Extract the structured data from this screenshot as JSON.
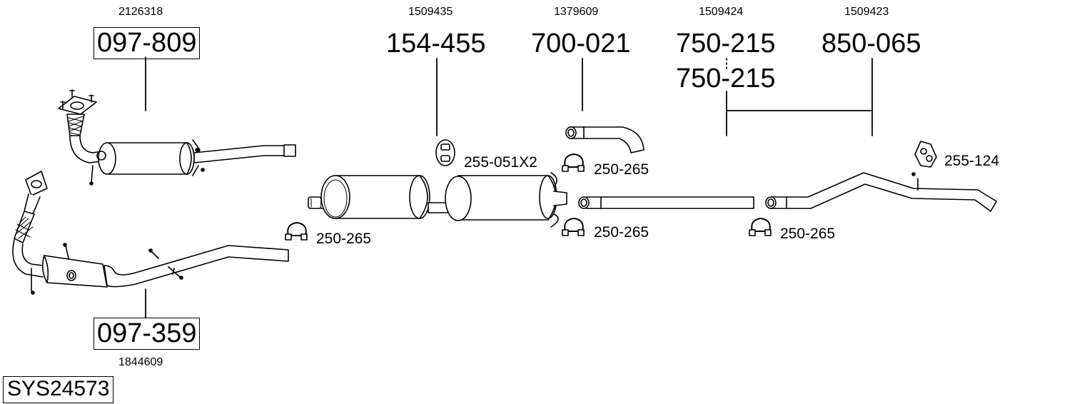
{
  "system_code": "SYS24573",
  "parts": {
    "front_pipe_upper": {
      "part_number": "097-809",
      "oem_number": "2126318"
    },
    "front_pipe_lower": {
      "part_number": "097-359",
      "oem_number": "1844609"
    },
    "middle_silencer": {
      "part_number": "154-455",
      "oem_number": "1509435"
    },
    "tail_pipe_end": {
      "part_number": "700-021",
      "oem_number": "1379609"
    },
    "rear_section_a": {
      "part_number": "750-215",
      "part_number_2": "750-215",
      "oem_number": "1509424"
    },
    "rear_section_b": {
      "part_number": "850-065",
      "oem_number": "1509423"
    }
  },
  "accessories": {
    "rubber_mount_middle": "255-051X2",
    "clamp_tail": "250-265",
    "clamp_front": "250-265",
    "clamp_middle": "250-265",
    "clamp_rear": "250-265",
    "rubber_mount_rear": "255-124"
  }
}
